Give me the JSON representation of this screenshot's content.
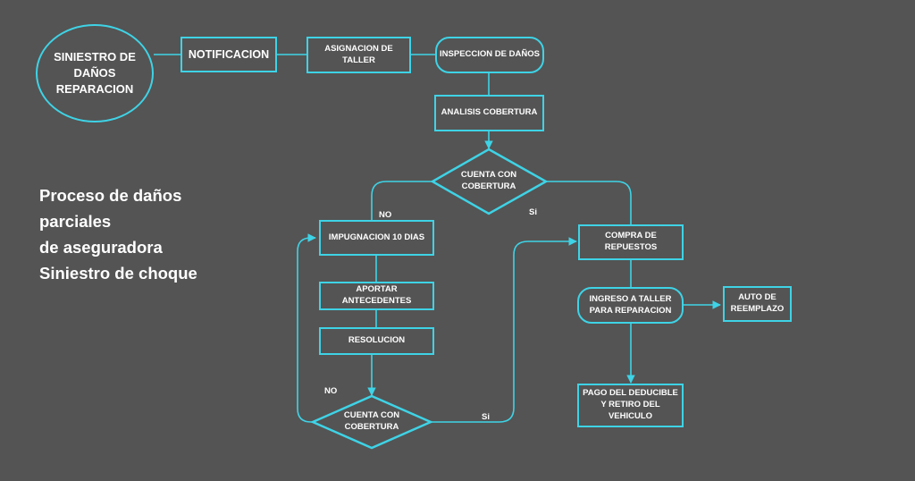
{
  "diagram": {
    "title_lines": [
      "Proceso de daños",
      "parciales",
      "de aseguradora",
      "Siniestro de choque"
    ],
    "nodes": {
      "siniestro": [
        "SINIESTRO DE",
        "DAÑOS",
        "REPARACION"
      ],
      "notificacion": "NOTIFICACION",
      "asignacion": [
        "ASIGNACION DE",
        "TALLER"
      ],
      "inspeccion": "INSPECCION DE DAÑOS",
      "analisis": "ANALISIS COBERTURA",
      "cuenta_cobertura_1": [
        "CUENTA CON",
        "COBERTURA"
      ],
      "impugnacion": "IMPUGNACION 10 DIAS",
      "aportar": [
        "APORTAR",
        "ANTECEDENTES"
      ],
      "resolucion": "RESOLUCION",
      "cuenta_cobertura_2": [
        "CUENTA CON",
        "COBERTURA"
      ],
      "compra": [
        "COMPRA DE",
        "REPUESTOS"
      ],
      "ingreso": [
        "INGRESO A TALLER",
        "PARA REPARACION"
      ],
      "auto": [
        "AUTO DE",
        "REEMPLAZO"
      ],
      "pago": [
        "PAGO DEL DEDUCIBLE",
        "Y RETIRO DEL",
        "VEHICULO"
      ]
    },
    "edge_labels": {
      "no_1": "NO",
      "si_1": "Si",
      "no_2": "NO",
      "si_2": "Si"
    },
    "colors": {
      "background": "#545454",
      "stroke": "#3ed3e6",
      "text": "#ffffff"
    }
  }
}
